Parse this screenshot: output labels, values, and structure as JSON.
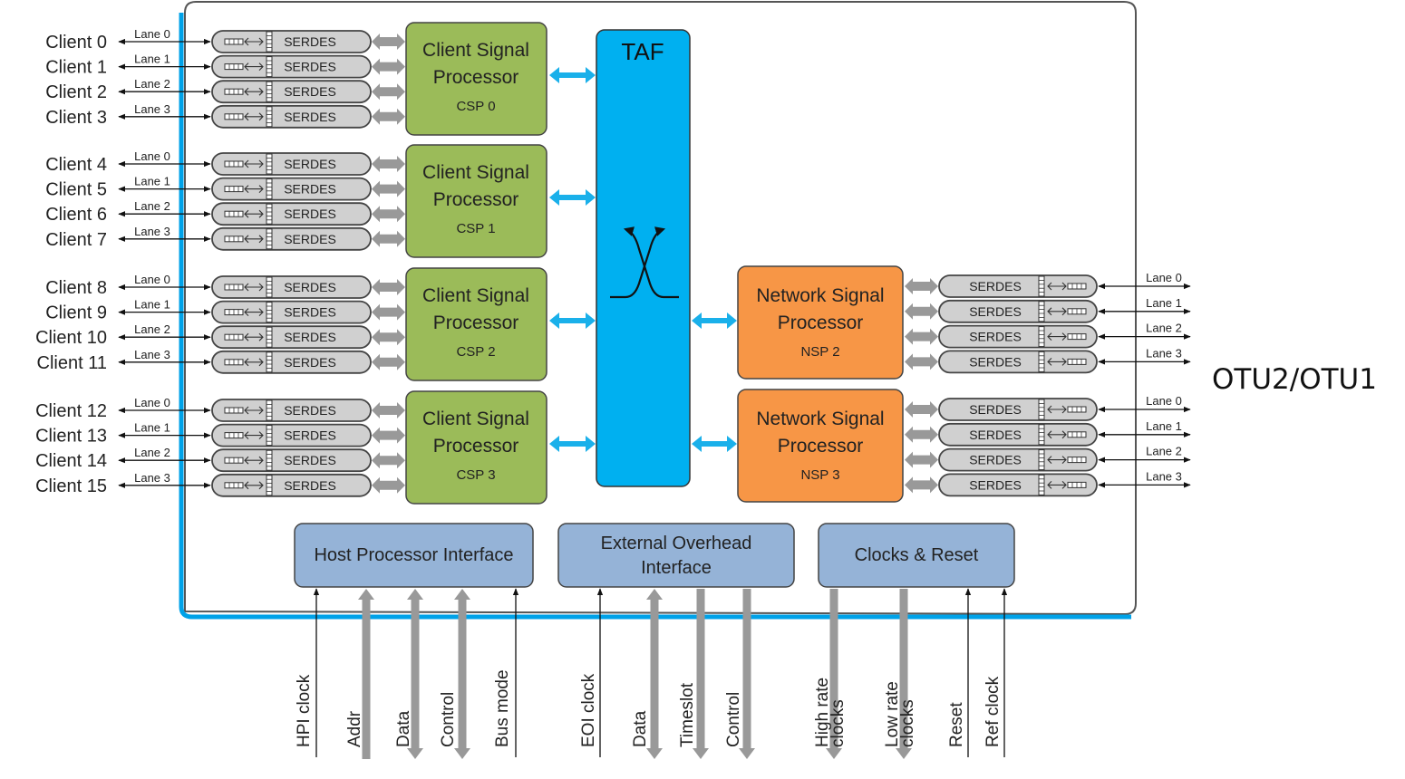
{
  "chip": {
    "taf": {
      "label": "TAF"
    },
    "client_groups": [
      {
        "processor_title_line1": "Client Signal",
        "processor_title_line2": "Processor",
        "processor_id": "CSP 0",
        "clients": [
          "Client 0",
          "Client 1",
          "Client 2",
          "Client 3"
        ]
      },
      {
        "processor_title_line1": "Client Signal",
        "processor_title_line2": "Processor",
        "processor_id": "CSP 1",
        "clients": [
          "Client 4",
          "Client 5",
          "Client 6",
          "Client 7"
        ]
      },
      {
        "processor_title_line1": "Client Signal",
        "processor_title_line2": "Processor",
        "processor_id": "CSP 2",
        "clients": [
          "Client 8",
          "Client 9",
          "Client 10",
          "Client 11"
        ]
      },
      {
        "processor_title_line1": "Client Signal",
        "processor_title_line2": "Processor",
        "processor_id": "CSP 3",
        "clients": [
          "Client 12",
          "Client 13",
          "Client 14",
          "Client 15"
        ]
      }
    ],
    "network_groups": [
      {
        "processor_title_line1": "Network Signal",
        "processor_title_line2": "Processor",
        "processor_id": "NSP 2"
      },
      {
        "processor_title_line1": "Network Signal",
        "processor_title_line2": "Processor",
        "processor_id": "NSP 3"
      }
    ],
    "lanes": [
      "Lane 0",
      "Lane 1",
      "Lane 2",
      "Lane 3"
    ],
    "serdes_label": "SERDES",
    "interfaces": [
      {
        "label_lines": [
          "Host Processor Interface"
        ],
        "signals": [
          {
            "label": [
              "HPI clock"
            ],
            "kind": "thin-in"
          },
          {
            "label": [
              "Addr"
            ],
            "kind": "bus-in"
          },
          {
            "label": [
              "Data"
            ],
            "kind": "bus-bidir"
          },
          {
            "label": [
              "Control"
            ],
            "kind": "bus-bidir"
          },
          {
            "label": [
              "Bus mode"
            ],
            "kind": "thin-in"
          }
        ]
      },
      {
        "label_lines": [
          "External Overhead",
          "Interface"
        ],
        "signals": [
          {
            "label": [
              "EOI clock"
            ],
            "kind": "thin-in"
          },
          {
            "label": [
              "Data"
            ],
            "kind": "bus-bidir"
          },
          {
            "label": [
              "Timeslot"
            ],
            "kind": "bus-out"
          },
          {
            "label": [
              "Control"
            ],
            "kind": "bus-out"
          }
        ]
      },
      {
        "label_lines": [
          "Clocks & Reset"
        ],
        "signals": [
          {
            "label": [
              "High rate",
              "clocks"
            ],
            "kind": "bus-out"
          },
          {
            "label": [
              "Low rate",
              "clocks"
            ],
            "kind": "bus-out"
          },
          {
            "label": [
              "Reset"
            ],
            "kind": "thin-in"
          },
          {
            "label": [
              "Ref clock"
            ],
            "kind": "thin-in"
          }
        ]
      }
    ]
  },
  "annotation": {
    "otu_label": "OTU2/OTU1"
  },
  "colors": {
    "csp_fill": "#9bbb59",
    "nsp_fill": "#f79646",
    "taf_fill": "#00b0f0",
    "interface_fill": "#95b3d7",
    "serdes_fill": "#d0d0d0",
    "chip_border_accent": "#00a2e8",
    "gray_arrow": "#999999",
    "blue_arrow": "#1ab0ea"
  }
}
